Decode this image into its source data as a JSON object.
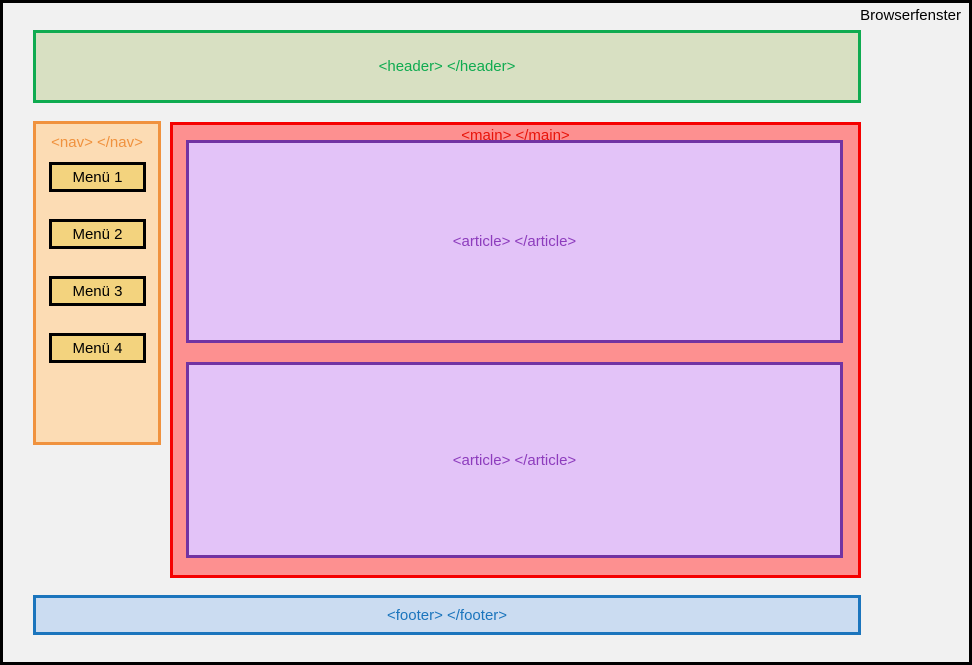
{
  "window": {
    "title": "Browserfenster"
  },
  "header": {
    "label": "<header> </header>"
  },
  "nav": {
    "label": "<nav> </nav>",
    "menu_items": [
      {
        "label": "Menü 1"
      },
      {
        "label": "Menü 2"
      },
      {
        "label": "Menü 3"
      },
      {
        "label": "Menü 4"
      }
    ]
  },
  "main": {
    "label": "<main> </main>",
    "articles": [
      {
        "label": "<article> </article>"
      },
      {
        "label": "<article> </article>"
      }
    ]
  },
  "footer": {
    "label": "<footer> </footer>"
  },
  "colors": {
    "page_bg": "#f1f1f1",
    "outer_border": "#000000",
    "header_bg": "#d8e0c2",
    "header_border": "#0fab50",
    "header_text": "#0fab50",
    "nav_bg": "#fcdcb4",
    "nav_border": "#f0923e",
    "nav_text": "#f0923e",
    "menu_bg": "#f3d37e",
    "menu_border": "#000000",
    "menu_text": "#000000",
    "main_bg": "#fd9090",
    "main_border": "#f50000",
    "main_text": "#e8140b",
    "article_bg": "#e3c3f8",
    "article_border": "#7233a2",
    "article_text": "#8d3cbd",
    "footer_bg": "#cbdcf1",
    "footer_border": "#1b75bd",
    "footer_text": "#1b75bd"
  }
}
